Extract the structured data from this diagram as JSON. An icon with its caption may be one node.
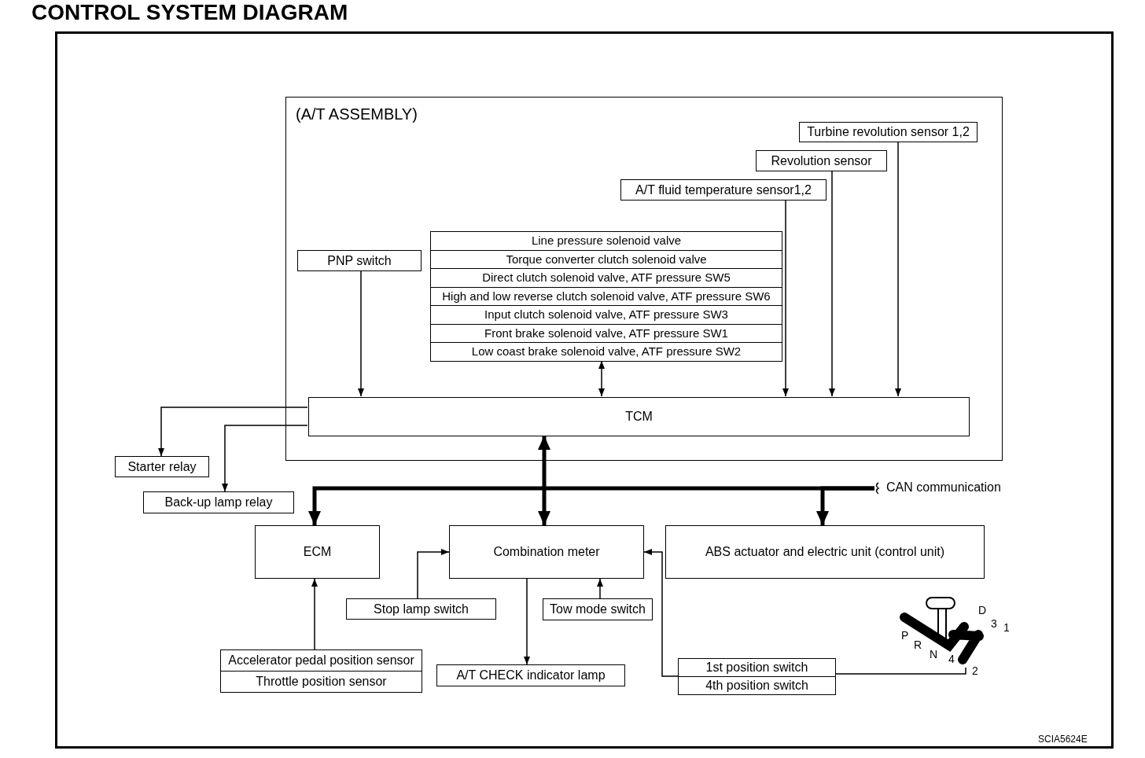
{
  "diagram": {
    "title": "CONTROL SYSTEM DIAGRAM",
    "nodes": [
      {
        "text": [
          "(A/T ASSEMBLY)"
        ]
      },
      {
        "text": [
          "Turbine revolution sensor 1,2"
        ],
        "in": 0
      },
      {
        "text": [
          "Revolution sensor"
        ],
        "in": 0
      },
      {
        "text": [
          "A/T fluid temperature sensor1,2"
        ],
        "in": 0
      },
      {
        "text": [
          "PNP switch"
        ],
        "in": 0
      },
      {
        "text": [
          "Line pressure solenoid valve",
          "Torque converter clutch solenoid valve",
          "Direct clutch solenoid valve, ATF pressure SW5",
          "High and low reverse clutch solenoid valve, ATF pressure SW6",
          "Input clutch solenoid valve, ATF pressure SW3",
          "Front brake solenoid valve, ATF pressure SW1",
          "Low coast brake solenoid valve, ATF pressure SW2"
        ],
        "in": 0
      },
      {
        "text": [
          "TCM"
        ],
        "in": 0
      },
      {
        "text": [
          "Starter relay"
        ]
      },
      {
        "text": [
          "Back-up lamp relay"
        ]
      },
      {
        "text": [
          "ECM"
        ]
      },
      {
        "text": [
          "Combination meter"
        ]
      },
      {
        "text": [
          "ABS actuator and electric unit (control unit)"
        ]
      },
      {
        "text": [
          "Stop lamp switch"
        ]
      },
      {
        "text": [
          "Tow mode switch"
        ]
      },
      {
        "text": [
          "Accelerator pedal position sensor",
          "Throttle position sensor"
        ]
      },
      {
        "text": [
          "A/T CHECK indicator lamp"
        ]
      },
      {
        "text": [
          "1st position switch",
          "4th position switch"
        ]
      },
      {
        "text": [
          "P",
          "R",
          "N",
          "4",
          "2",
          "D",
          "3",
          "1"
        ]
      },
      {
        "text": [
          "CAN communication"
        ]
      }
    ],
    "edges": [
      {
        "from": 1,
        "to": 6,
        "arrow": "to"
      },
      {
        "from": 2,
        "to": 6,
        "arrow": "to"
      },
      {
        "from": 3,
        "to": 6,
        "arrow": "to"
      },
      {
        "from": 4,
        "to": 6,
        "arrow": "to"
      },
      {
        "from": 5,
        "to": 6,
        "arrow": "both"
      },
      {
        "from": 6,
        "to": 7,
        "arrow": "to"
      },
      {
        "from": 6,
        "to": 8,
        "arrow": "to"
      },
      {
        "from": 6,
        "to": 10,
        "arrow": "both",
        "style": "thick"
      },
      {
        "from": 18,
        "to": 9,
        "arrow": "to",
        "style": "thick"
      },
      {
        "from": 18,
        "to": 11,
        "arrow": "to",
        "style": "thick"
      },
      {
        "from": 14,
        "to": 9,
        "arrow": "to"
      },
      {
        "from": 12,
        "to": 10,
        "arrow": "to"
      },
      {
        "from": 13,
        "to": 10,
        "arrow": "to"
      },
      {
        "from": 10,
        "to": 15,
        "arrow": "to"
      },
      {
        "from": 16,
        "to": 10,
        "arrow": "to"
      },
      {
        "from": 17,
        "to": 16,
        "arrow": "none"
      }
    ],
    "labels": [
      "SCIA5624E"
    ]
  }
}
